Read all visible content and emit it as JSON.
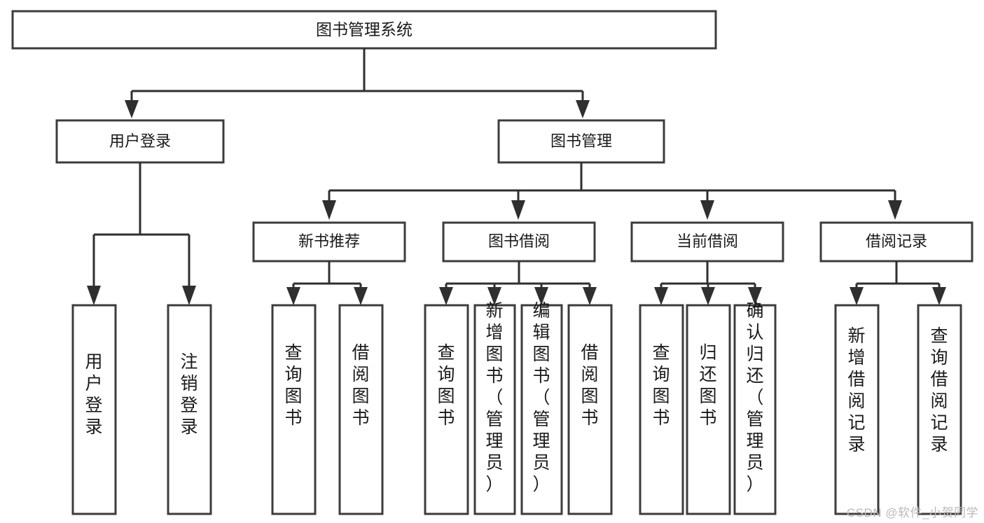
{
  "diagram": {
    "type": "tree-hierarchy",
    "title": "图书管理系统",
    "watermark": "CSDN @软件_小贺同学",
    "colors": {
      "background": "#ffffff",
      "box_fill": "#ffffff",
      "box_stroke": "#3c3c3c",
      "connector": "#2f2f2f",
      "text": "#1a1a1a",
      "watermark": "#b9b9b9"
    },
    "root": {
      "label": "图书管理系统"
    },
    "level1": [
      {
        "label": "用户登录"
      },
      {
        "label": "图书管理"
      }
    ],
    "level2": [
      {
        "label": "新书推荐"
      },
      {
        "label": "图书借阅"
      },
      {
        "label": "当前借阅"
      },
      {
        "label": "借阅记录"
      }
    ],
    "leaves": {
      "user_login": [
        {
          "label": "用户登录"
        },
        {
          "label": "注销登录"
        }
      ],
      "new_book": [
        {
          "label": "查询图书"
        },
        {
          "label": "借阅图书"
        }
      ],
      "book_borrow": [
        {
          "label": "查询图书"
        },
        {
          "label": "新增图书（管理员）"
        },
        {
          "label": "编辑图书（管理员）"
        },
        {
          "label": "借阅图书"
        }
      ],
      "current_borrow": [
        {
          "label": "查询图书"
        },
        {
          "label": "归还图书"
        },
        {
          "label": "确认归还（管理员）"
        }
      ],
      "borrow_record": [
        {
          "label": "新增借阅记录"
        },
        {
          "label": "查询借阅记录"
        }
      ]
    }
  }
}
